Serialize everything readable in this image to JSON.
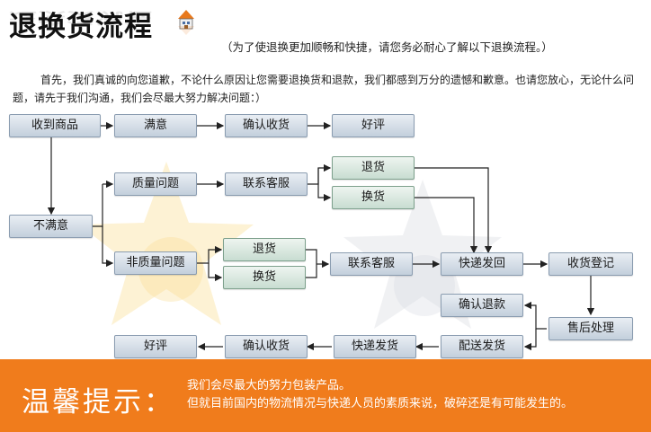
{
  "header": {
    "title": "退换货流程",
    "subtitle": "（为了使退换更加顺畅和快捷，请您务必耐心了解以下退换流程。）",
    "intro": "首先，我们真诚的向您道歉，不论什么原因让您需要退换货和退款，我们都感到万分的遗憾和歉意。也请您放心，无论什么问题，请先于我们沟通，我们会尽最大努力解决问题：）"
  },
  "flow": {
    "received": "收到商品",
    "satisfied": "满意",
    "confirm_receipt_top": "确认收货",
    "good_review_top": "好评",
    "unsatisfied": "不满意",
    "quality_issue": "质量问题",
    "contact_cs_1": "联系客服",
    "return_1": "退货",
    "exchange_1": "换货",
    "non_quality_issue": "非质量问题",
    "return_2": "退货",
    "exchange_2": "换货",
    "contact_cs_2": "联系客服",
    "express_return": "快递发回",
    "receipt_register": "收货登记",
    "confirm_refund": "确认退款",
    "after_sales": "售后处理",
    "delivery_ship": "配送发货",
    "express_ship": "快递发货",
    "confirm_receipt_bottom": "确认收货",
    "good_review_bottom": "好评"
  },
  "footer": {
    "heading": "温馨提示：",
    "line1": "我们会尽最大的努力包装产品。",
    "line2": "但就目前国内的物流情况与快递人员的素质来说，破碎还是有可能发生的。"
  },
  "colors": {
    "footer_bg": "#f07c1c",
    "box_blue": "#c3cfdc",
    "box_green": "#c8ddd1",
    "arrow": "#222222"
  }
}
